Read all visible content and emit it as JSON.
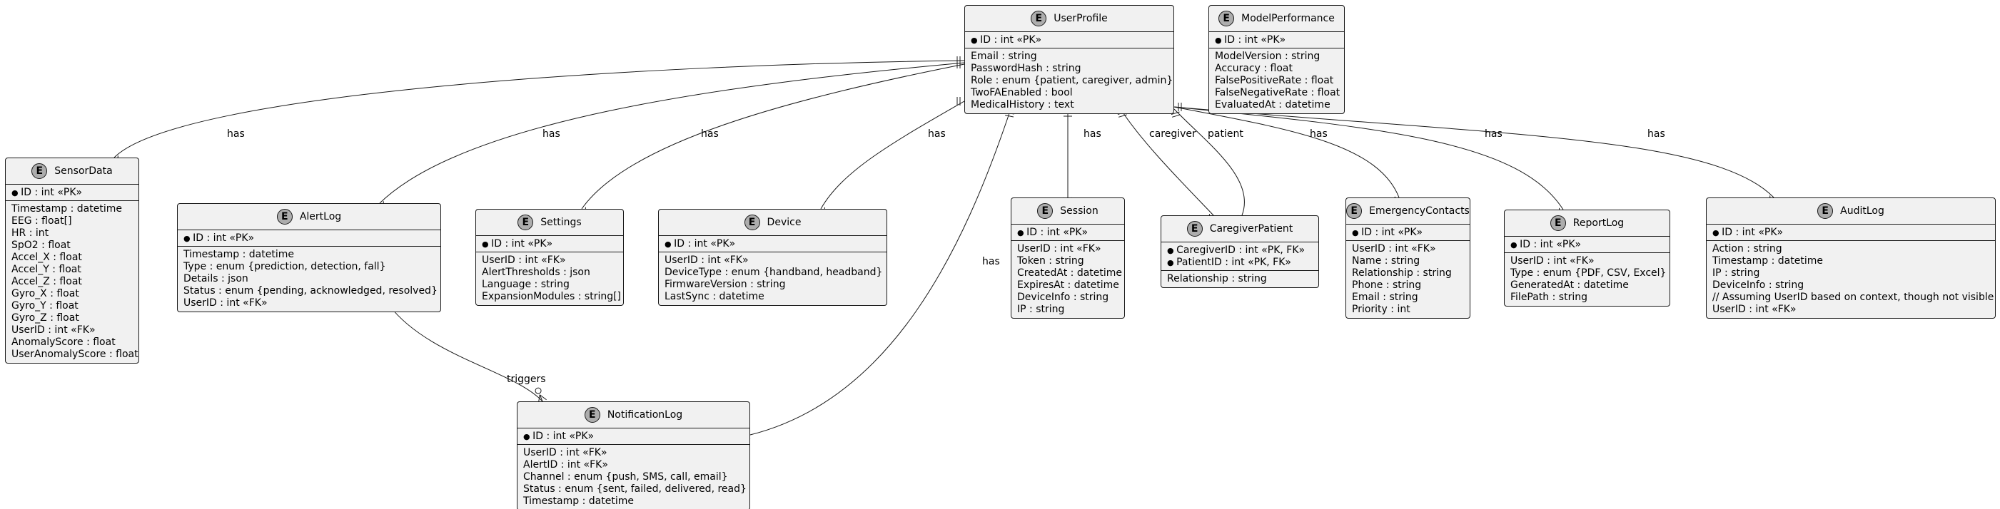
{
  "entities": {
    "userprofile": {
      "name": "UserProfile",
      "keys": [
        "ID : int «PK»"
      ],
      "attrs": [
        "Email : string",
        "PasswordHash : string",
        "Role : enum {patient, caregiver, admin}",
        "TwoFAEnabled : bool",
        "MedicalHistory : text"
      ]
    },
    "modelperformance": {
      "name": "ModelPerformance",
      "keys": [
        "ID : int «PK»"
      ],
      "attrs": [
        "ModelVersion : string",
        "Accuracy : float",
        "FalsePositiveRate : float",
        "FalseNegativeRate : float",
        "EvaluatedAt : datetime"
      ]
    },
    "sensordata": {
      "name": "SensorData",
      "keys": [
        "ID : int «PK»"
      ],
      "attrs": [
        "Timestamp : datetime",
        "EEG : float[]",
        "HR : int",
        "SpO2 : float",
        "Accel_X : float",
        "Accel_Y : float",
        "Accel_Z : float",
        "Gyro_X : float",
        "Gyro_Y : float",
        "Gyro_Z : float",
        "UserID : int «FK»",
        "AnomalyScore : float",
        "UserAnomalyScore : float"
      ]
    },
    "alertlog": {
      "name": "AlertLog",
      "keys": [
        "ID : int «PK»"
      ],
      "attrs": [
        "Timestamp : datetime",
        "Type : enum {prediction, detection, fall}",
        "Details : json",
        "Status : enum {pending, acknowledged, resolved}",
        "UserID : int «FK»"
      ]
    },
    "settings": {
      "name": "Settings",
      "keys": [
        "ID : int «PK»"
      ],
      "attrs": [
        "UserID : int «FK»",
        "AlertThresholds : json",
        "Language : string",
        "ExpansionModules : string[]"
      ]
    },
    "device": {
      "name": "Device",
      "keys": [
        "ID : int «PK»"
      ],
      "attrs": [
        "UserID : int «FK»",
        "DeviceType : enum {handband, headband}",
        "FirmwareVersion : string",
        "LastSync : datetime"
      ]
    },
    "session": {
      "name": "Session",
      "keys": [
        "ID : int «PK»"
      ],
      "attrs": [
        "UserID : int «FK»",
        "Token : string",
        "CreatedAt : datetime",
        "ExpiresAt : datetime",
        "DeviceInfo : string",
        "IP : string"
      ]
    },
    "caregiverpatient": {
      "name": "CaregiverPatient",
      "keys": [
        "CaregiverID : int «PK, FK»",
        "PatientID : int «PK, FK»"
      ],
      "attrs": [
        "Relationship : string"
      ]
    },
    "emergencycontacts": {
      "name": "EmergencyContacts",
      "keys": [
        "ID : int «PK»"
      ],
      "attrs": [
        "UserID : int «FK»",
        "Name : string",
        "Relationship : string",
        "Phone : string",
        "Email : string",
        "Priority : int"
      ]
    },
    "reportlog": {
      "name": "ReportLog",
      "keys": [
        "ID : int «PK»"
      ],
      "attrs": [
        "UserID : int «FK»",
        "Type : enum {PDF, CSV, Excel}",
        "GeneratedAt : datetime",
        "FilePath : string"
      ]
    },
    "auditlog": {
      "name": "AuditLog",
      "keys": [
        "ID : int «PK»"
      ],
      "attrs": [
        "Action : string",
        "Timestamp : datetime",
        "IP : string",
        "DeviceInfo : string",
        "// Assuming UserID based on context, though not visible",
        "UserID : int «FK»"
      ]
    },
    "notificationlog": {
      "name": "NotificationLog",
      "keys": [
        "ID : int «PK»"
      ],
      "attrs": [
        "UserID : int «FK»",
        "AlertID : int «FK»",
        "Channel : enum {push, SMS, call, email}",
        "Status : enum {sent, failed, delivered, read}",
        "Timestamp : datetime"
      ]
    }
  },
  "relationships": [
    {
      "id": "up-sensordata",
      "from": "UserProfile",
      "to": "SensorData",
      "label": "has"
    },
    {
      "id": "up-alertlog",
      "from": "UserProfile",
      "to": "AlertLog",
      "label": "has"
    },
    {
      "id": "up-settings",
      "from": "UserProfile",
      "to": "Settings",
      "label": "has"
    },
    {
      "id": "up-device",
      "from": "UserProfile",
      "to": "Device",
      "label": "has"
    },
    {
      "id": "up-notificationlog",
      "from": "UserProfile",
      "to": "NotificationLog",
      "label": "has"
    },
    {
      "id": "up-session",
      "from": "UserProfile",
      "to": "Session",
      "label": "has"
    },
    {
      "id": "up-cp-caregiver",
      "from": "UserProfile",
      "to": "CaregiverPatient",
      "label": "caregiver"
    },
    {
      "id": "up-cp-patient",
      "from": "UserProfile",
      "to": "CaregiverPatient",
      "label": "patient"
    },
    {
      "id": "up-emergency",
      "from": "UserProfile",
      "to": "EmergencyContacts",
      "label": "has"
    },
    {
      "id": "up-reportlog",
      "from": "UserProfile",
      "to": "ReportLog",
      "label": "has"
    },
    {
      "id": "up-auditlog",
      "from": "UserProfile",
      "to": "AuditLog",
      "label": "has"
    },
    {
      "id": "alert-notification",
      "from": "AlertLog",
      "to": "NotificationLog",
      "label": "triggers"
    }
  ],
  "badge_letter": "E"
}
